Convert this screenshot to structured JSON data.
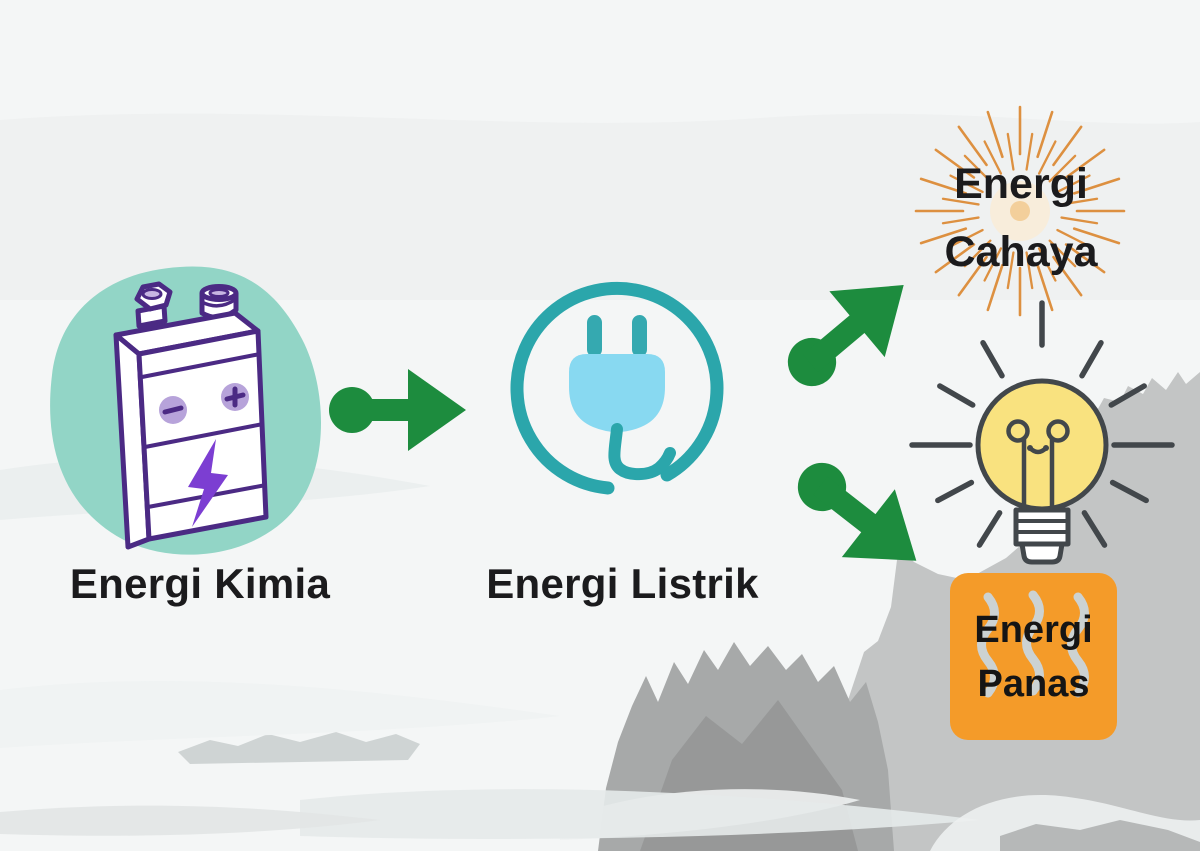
{
  "diagram": {
    "nodes": {
      "chemical": {
        "label": "Energi Kimia",
        "icon": "battery-icon"
      },
      "electrical": {
        "label": "Energi Listrik",
        "icon": "power-plug-icon"
      },
      "light": {
        "line1": "Energi",
        "line2": "Cahaya",
        "icon": "light-burst-icon"
      },
      "bulb": {
        "icon": "light-bulb-icon"
      },
      "heat": {
        "line1": "Energi",
        "line2": "Panas",
        "icon": "heat-waves-icon"
      }
    },
    "flow": [
      {
        "from": "Energi Kimia",
        "to": "Energi Listrik"
      },
      {
        "from": "Energi Listrik",
        "to": "Energi Cahaya"
      },
      {
        "from": "Energi Listrik",
        "to": "Energi Panas"
      }
    ]
  },
  "colors": {
    "background": "#f4f6f6",
    "rock_gray": "#c3c5c5",
    "rock_dark_gray": "#a7a9a9",
    "arrow_green": "#1d8c3e",
    "blob_teal": "#92d5c6",
    "battery_outline_purple": "#4b2a84",
    "battery_accent_purple": "#b7a3da",
    "battery_bolt_purple": "#7c3ed2",
    "plug_ring_teal": "#2ba6ab",
    "plug_prong_teal": "#35a9b0",
    "plug_body_blue": "#88d9f1",
    "sunburst_orange": "#dd9040",
    "bulb_yellow": "#f9e27f",
    "bulb_outline_gray": "#42474b",
    "heat_box_orange": "#f49b29",
    "heat_wave_gray": "#ccd2d2",
    "label_text": "#1b1b1d"
  }
}
